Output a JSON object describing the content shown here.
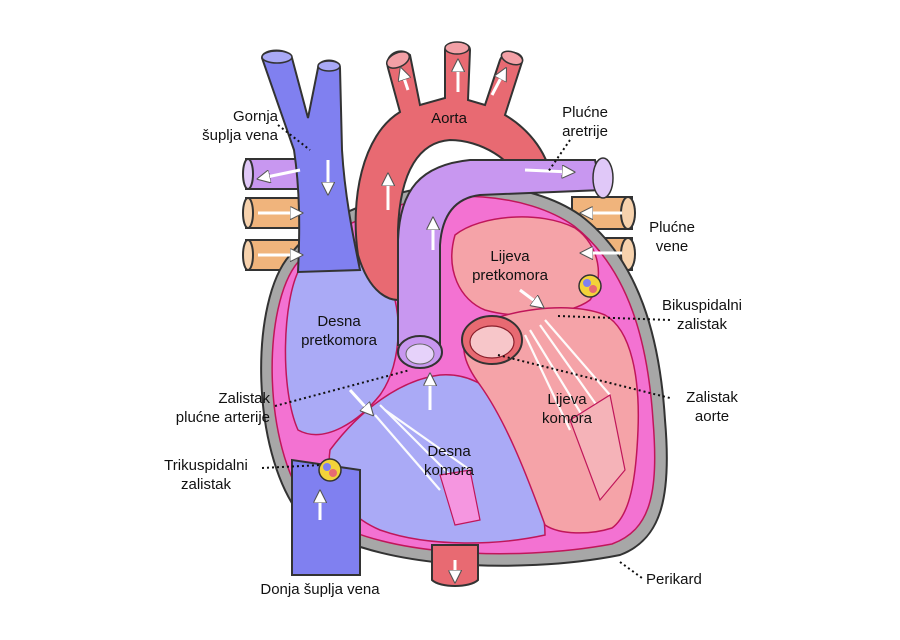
{
  "labels": {
    "svc": [
      "Gornja",
      "šuplja vena"
    ],
    "aorta": [
      "Aorta"
    ],
    "pa": [
      "Plućne",
      "aretrije"
    ],
    "pv": [
      "Plućne",
      "vene"
    ],
    "la": [
      "Lijeva",
      "pretkomora"
    ],
    "ra": [
      "Desna",
      "pretkomora"
    ],
    "mitral": [
      "Bikuspidalni",
      "zalistak"
    ],
    "pulm_valve": [
      "Zalistak",
      "plućne arterije"
    ],
    "aortic_valve": [
      "Zalistak",
      "aorte"
    ],
    "lv": [
      "Lijeva",
      "komora"
    ],
    "tricuspid": [
      "Trikuspidalni",
      "zalistak"
    ],
    "rv": [
      "Desna",
      "komora"
    ],
    "ivc": [
      "Donja šuplja vena"
    ],
    "pericardium": [
      "Perikard"
    ]
  },
  "colors": {
    "vein_blue": "#8080f0",
    "artery_red": "#e86a72",
    "pulm_artery_purple": "#c897f0",
    "pulm_vein_tan": "#f0b47c",
    "right_heart_blue": "#aaaaf6",
    "left_heart_pink": "#f5a3a8",
    "myocardium_pink": "#f372d2",
    "pericardium_gray": "#a7a7a7",
    "outline": "#222222"
  }
}
